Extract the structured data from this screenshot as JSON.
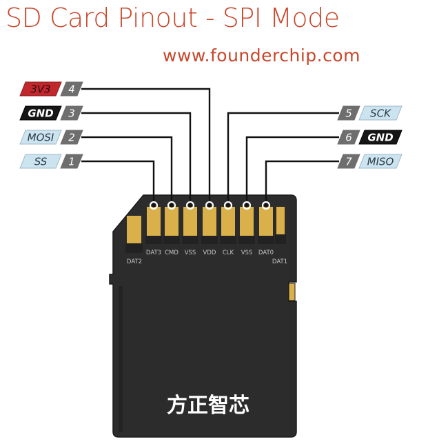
{
  "title": "SD Card Pinout - SPI Mode",
  "url": "www.founderchip.com",
  "left_pins": [
    {
      "num": "4",
      "signal": "3V3"
    },
    {
      "num": "3",
      "signal": "GND"
    },
    {
      "num": "2",
      "signal": "MOSI"
    },
    {
      "num": "1",
      "signal": "SS"
    }
  ],
  "right_pins": [
    {
      "num": "5",
      "signal": "SCK"
    },
    {
      "num": "6",
      "signal": "GND"
    },
    {
      "num": "7",
      "signal": "MISO"
    }
  ],
  "contact_labels": [
    "DAT3",
    "CMD",
    "VSS",
    "VDD",
    "CLK",
    "VSS",
    "DAT0"
  ],
  "dat2_label": "DAT2",
  "dat1_label": "DAT1",
  "card_text": "方正智芯",
  "colors": {
    "title": "#c8472b",
    "power_tag": "#c0282d",
    "ground_tag": "#161616",
    "signal_tag": "#cce4f0",
    "number_tag": "#6e6e6e",
    "card_body": "#2c2c2c",
    "contact": "#d9b04a"
  }
}
